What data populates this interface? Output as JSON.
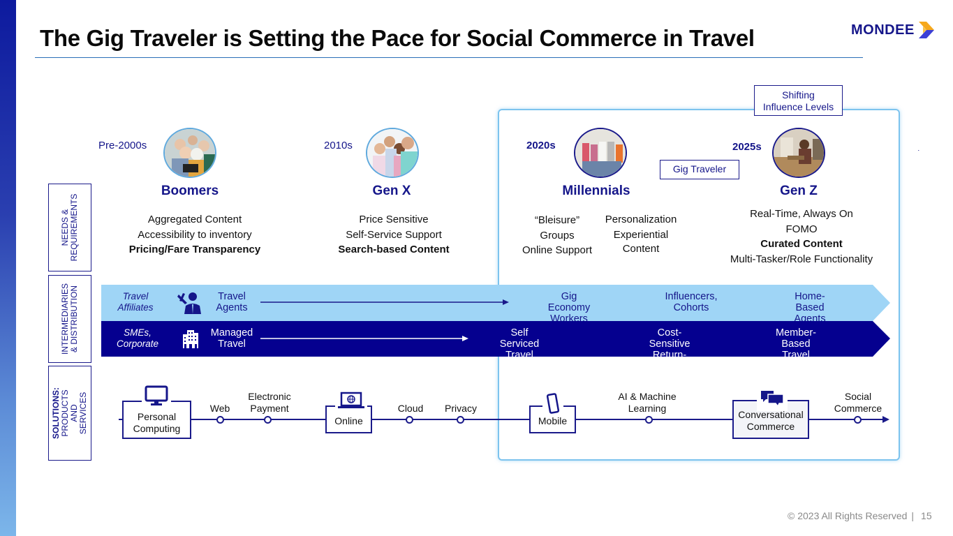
{
  "slide": {
    "title": "The Gig Traveler is Setting the Pace for Social Commerce in Travel",
    "logo_text": "MONDEE",
    "colors": {
      "navy": "#15168a",
      "dark_band": "#05008f",
      "light_band": "#9fd5f6",
      "frame": "#7cc3ee",
      "logo_orange": "#f6a81c",
      "logo_blue": "#3b3fd6"
    }
  },
  "callouts": {
    "shifting": "Shifting\nInfluence Levels",
    "gig_traveler": "Gig Traveler"
  },
  "timeline": {
    "eras": [
      "Pre-2000s",
      "2010s",
      "2020s",
      "2025s"
    ],
    "generations": [
      {
        "name": "Boomers",
        "needs": [
          "Aggregated Content",
          "Accessibility to inventory"
        ],
        "needs_bold": "Pricing/Fare Transparency"
      },
      {
        "name": "Gen X",
        "needs": [
          "Price Sensitive",
          "Self-Service Support"
        ],
        "needs_bold": "Search-based Content"
      },
      {
        "name": "Millennials",
        "needs_col1": [
          "“Bleisure”",
          "Groups",
          "Online Support"
        ],
        "needs_col2": [
          "Personalization",
          "Experiential",
          "Content"
        ]
      },
      {
        "name": "Gen Z",
        "needs": [
          "Real-Time, Always On",
          "FOMO"
        ],
        "needs_bold": "Curated Content",
        "needs_after": "Multi-Tasker/Role Functionality"
      }
    ]
  },
  "row_labels": {
    "needs": "NEEDS &\nREQUIREMENTS",
    "intermediaries": "INTERMEDIARIES\n& DISTRIBUTION",
    "solutions_bold": "SOLUTIONS:",
    "solutions": "PRODUCTS AND\nSERVICES"
  },
  "bands": {
    "light": {
      "segment": "Travel\nAffiliates",
      "start": "Travel\nAgents",
      "items": [
        "Gig Economy\nWorkers",
        "Influencers,\nCohorts",
        "Home-Based\nAgents"
      ]
    },
    "dark": {
      "segment": "SMEs,\nCorporate",
      "start": "Managed\nTravel",
      "items": [
        "Self Serviced\nTravel",
        "Cost-Sensitive\nReturn-to-Travel",
        "Member-Based\nTravel"
      ]
    }
  },
  "solutions": {
    "boxes": [
      "Personal\nComputing",
      "Online",
      "Mobile",
      "Conversational\nCommerce"
    ],
    "nodes": [
      "Web",
      "Electronic\nPayment",
      "Cloud",
      "Privacy",
      "AI & Machine\nLearning",
      "Social\nCommerce"
    ]
  },
  "footer": {
    "copyright": "© 2023 All Rights Reserved",
    "separator": "|",
    "page": "15"
  }
}
